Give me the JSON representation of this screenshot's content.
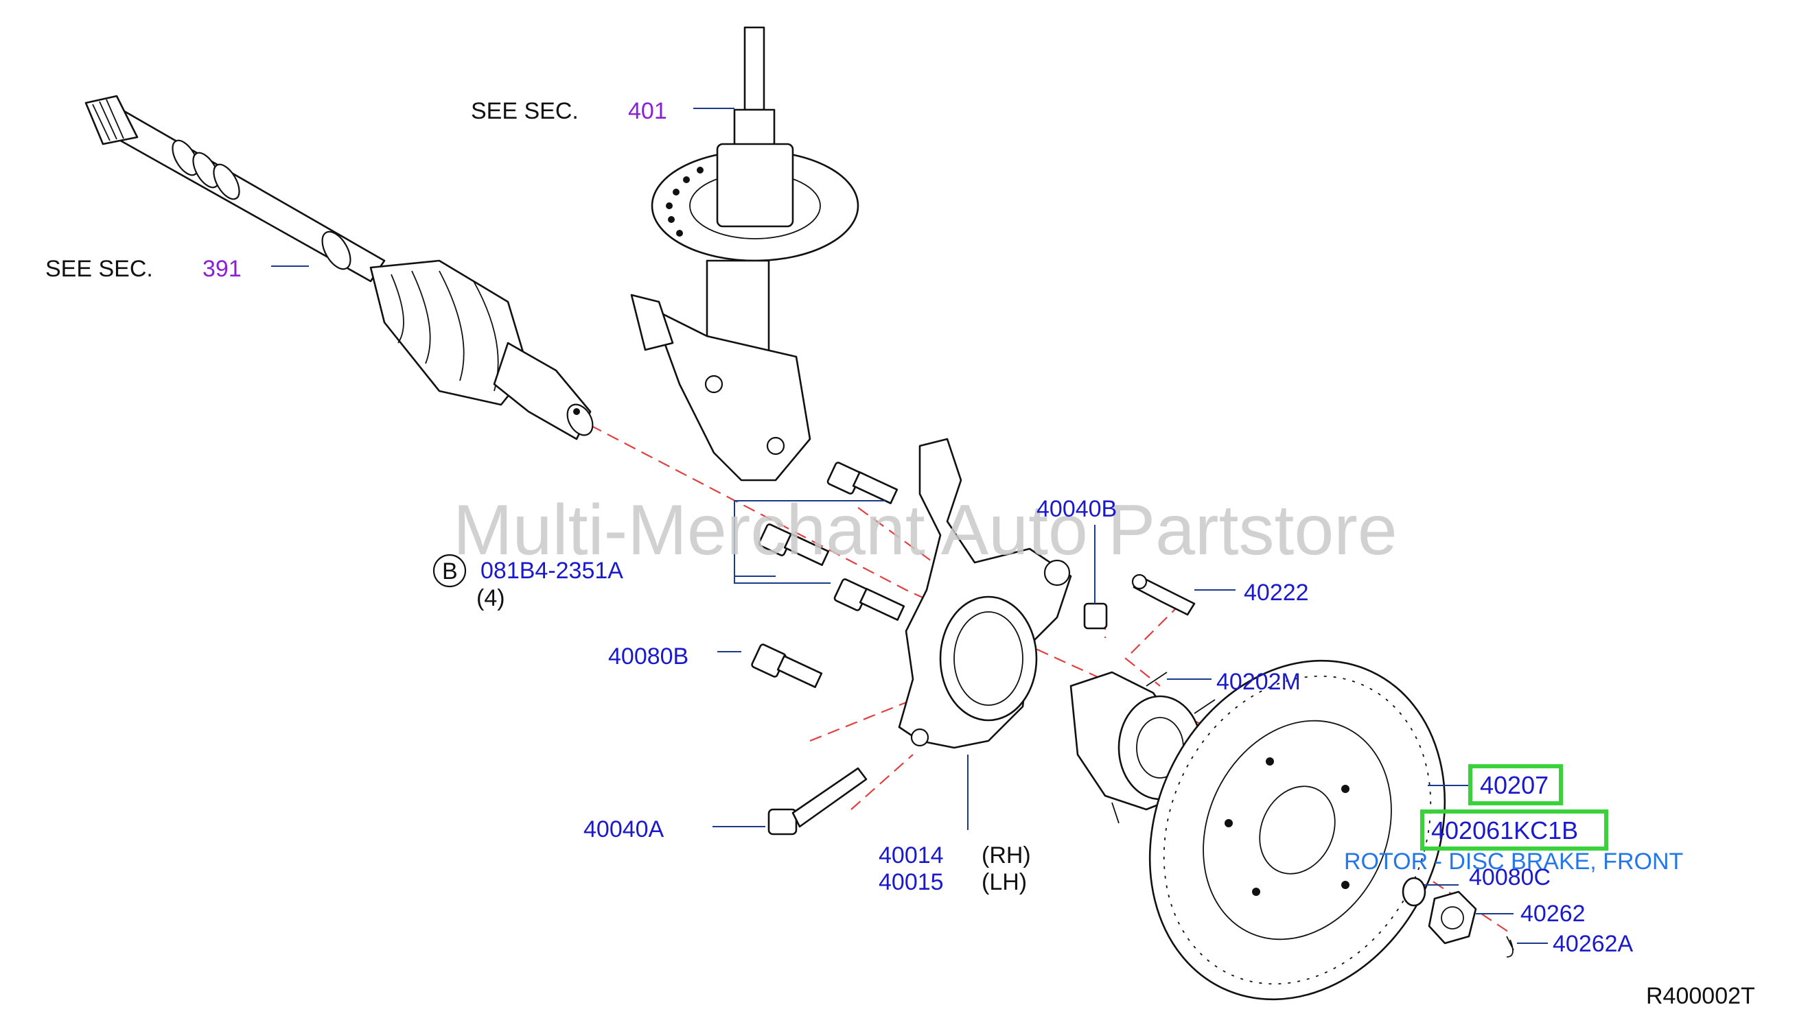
{
  "watermark": "Multi-Merchant Auto Partstore",
  "references": {
    "strut": {
      "prefix": "SEE   SEC.",
      "section": "401"
    },
    "driveshaft": {
      "prefix": "SEE   SEC.",
      "section": "391"
    }
  },
  "callout_b": {
    "letter": "B",
    "part_number": "081B4-2351A",
    "quantity": "(4)"
  },
  "parts": {
    "p40040B": "40040B",
    "p40222": "40222",
    "p40080B": "40080B",
    "p40202M": "40202M",
    "p40040A": "40040A",
    "p40014": "40014",
    "p40014_side": "(RH)",
    "p40015": "40015",
    "p40015_side": "(LH)",
    "p40080C": "40080C",
    "p40262": "40262",
    "p40262A": "40262A"
  },
  "highlighted": {
    "p40207": "40207",
    "p402061KC1B": "402061KC1B",
    "description": "ROTOR - DISC BRAKE, FRONT"
  },
  "colors": {
    "part_label": "#1a1acc",
    "section_link": "#8a1fd6",
    "highlight": "#3ad23a",
    "description": "#2477e8",
    "centerline": "#e04040"
  },
  "diagram_code": "R400002T"
}
